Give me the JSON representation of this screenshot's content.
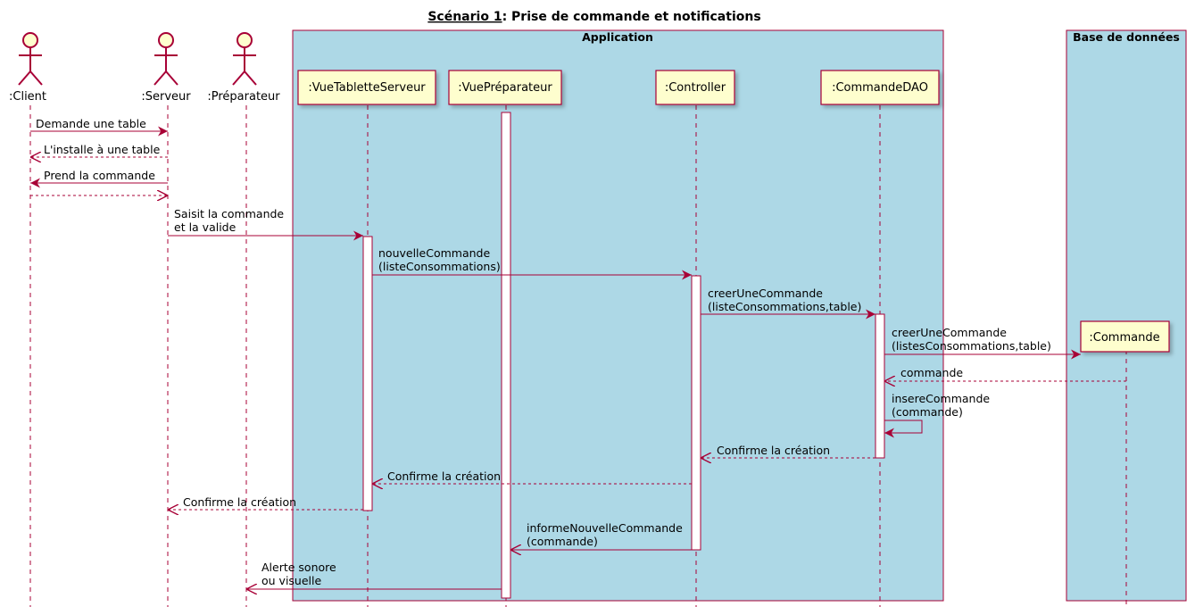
{
  "title": {
    "underlined": "Scénario 1",
    "rest": ": Prise de commande et notifications"
  },
  "boxes": [
    {
      "id": "app",
      "label": "Application"
    },
    {
      "id": "db",
      "label": "Base de données"
    }
  ],
  "actors": [
    {
      "id": "client",
      "label": ":Client"
    },
    {
      "id": "serveur",
      "label": ":Serveur"
    },
    {
      "id": "preparateur",
      "label": ":Préparateur"
    }
  ],
  "participants": [
    {
      "id": "vts",
      "label": ":VueTabletteServeur"
    },
    {
      "id": "vp",
      "label": ":VuePréparateur"
    },
    {
      "id": "ctrl",
      "label": ":Controller"
    },
    {
      "id": "dao",
      "label": ":CommandeDAO"
    },
    {
      "id": "cmd",
      "label": ":Commande"
    }
  ],
  "messages": [
    {
      "id": "m1",
      "lines": [
        "Demande une table"
      ]
    },
    {
      "id": "m2",
      "lines": [
        "L'installe à une table"
      ]
    },
    {
      "id": "m3",
      "lines": [
        "Prend la commande"
      ]
    },
    {
      "id": "m4",
      "lines": []
    },
    {
      "id": "m5",
      "lines": [
        "Saisit la commande",
        "et la valide"
      ]
    },
    {
      "id": "m6",
      "lines": [
        "nouvelleCommande",
        "(listeConsommations)"
      ]
    },
    {
      "id": "m7",
      "lines": [
        "creerUneCommande",
        "(listeConsommations,table)"
      ]
    },
    {
      "id": "m8",
      "lines": [
        "creerUneCommande",
        "(listesConsommations,table)"
      ]
    },
    {
      "id": "m9",
      "lines": [
        "commande"
      ]
    },
    {
      "id": "m10",
      "lines": [
        "insereCommande",
        "(commande)"
      ]
    },
    {
      "id": "m11",
      "lines": [
        "Confirme la création"
      ]
    },
    {
      "id": "m12",
      "lines": [
        "Confirme la création"
      ]
    },
    {
      "id": "m13",
      "lines": [
        "Confirme la création"
      ]
    },
    {
      "id": "m14",
      "lines": [
        "informeNouvelleCommande",
        "(commande)"
      ]
    },
    {
      "id": "m15",
      "lines": [
        "Alerte sonore",
        "ou visuelle"
      ]
    }
  ],
  "colors": {
    "box_fill": "#add8e6",
    "box_border": "#a80036",
    "participant_fill": "#fefece",
    "line": "#a80036",
    "activation_fill": "#ffffff"
  }
}
